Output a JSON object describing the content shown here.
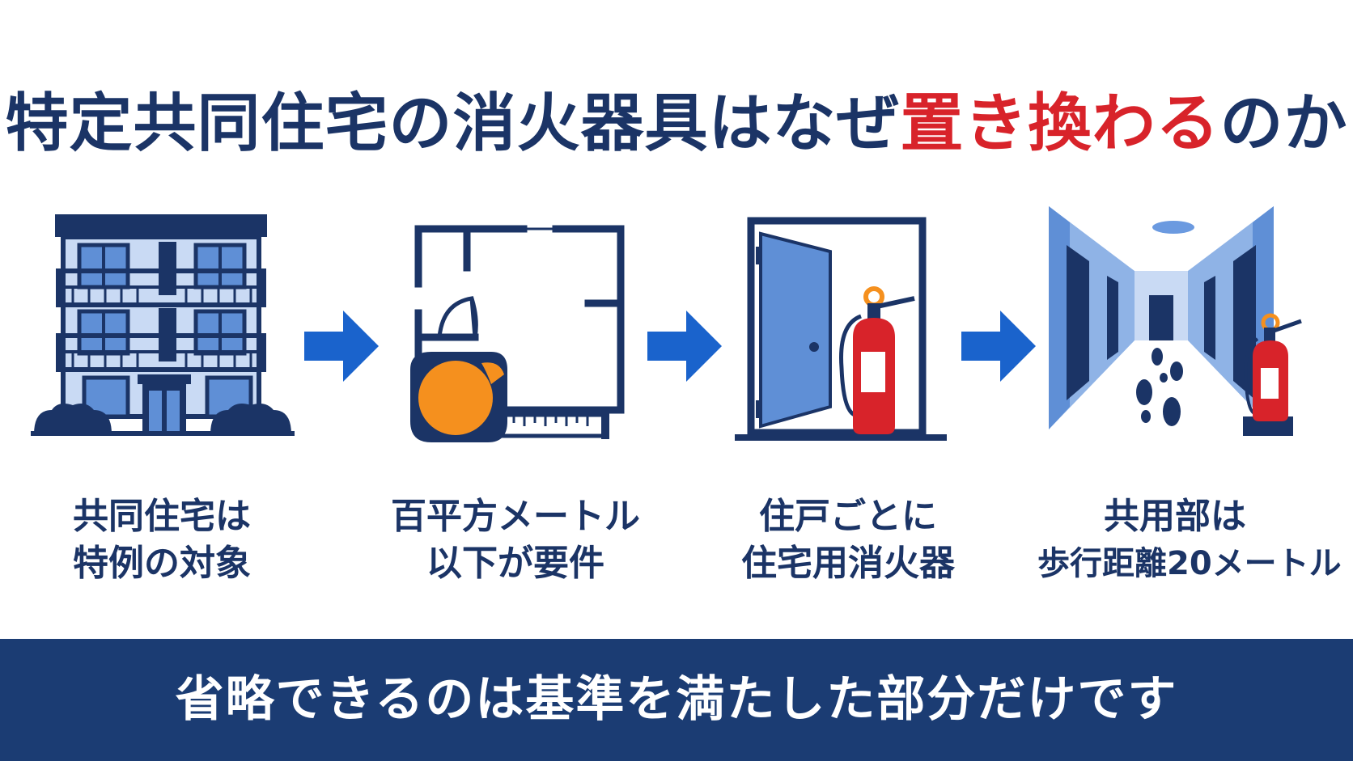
{
  "title": {
    "part1": "特定共同住宅の消火器具はなぜ",
    "highlight": "置き換わる",
    "part2": "のか"
  },
  "steps": [
    {
      "line1": "共同住宅は",
      "line2": "特例の対象",
      "icon": "apartment-building-icon"
    },
    {
      "line1": "百平方メートル",
      "line2": "以下が要件",
      "icon": "floor-plan-tape-measure-icon"
    },
    {
      "line1": "住戸ごとに",
      "line2": "住宅用消火器",
      "icon": "door-fire-extinguisher-icon"
    },
    {
      "line1": "共用部は",
      "line2": "歩行距離20メートル",
      "icon": "corridor-fire-extinguisher-icon"
    }
  ],
  "footer": {
    "text": "省略できるのは基準を満たした部分だけです"
  },
  "colors": {
    "navy": "#1b3466",
    "footer_bg": "#1b3c73",
    "highlight_red": "#d8232a",
    "arrow_blue": "#1a63cc",
    "light_blue": "#8fb3e6",
    "extinguisher_red": "#d8232a",
    "orange": "#f5901e"
  }
}
